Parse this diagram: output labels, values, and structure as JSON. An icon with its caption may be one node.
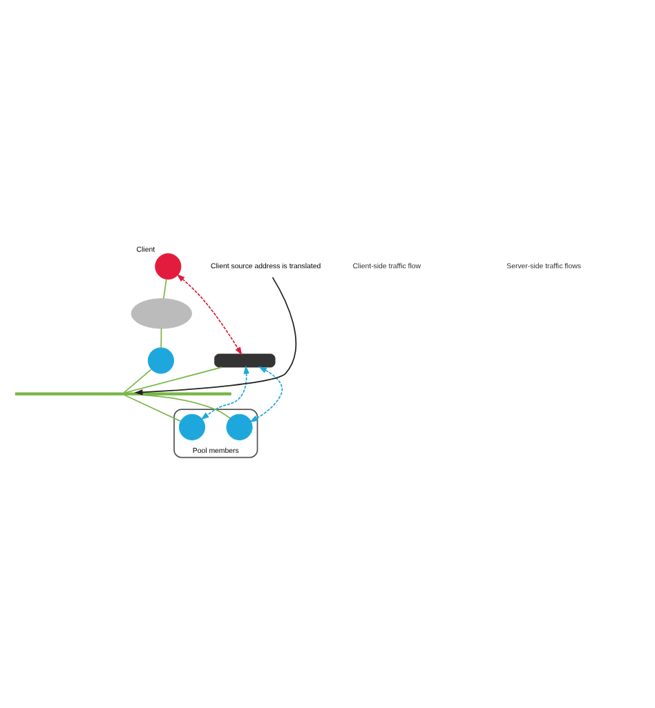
{
  "diagram": {
    "nodes": [
      {
        "text": [
          "Client"
        ]
      },
      {
        "text": [],
        "shape": "cloud"
      },
      {
        "text": [],
        "shape": "circle"
      },
      {
        "text": [],
        "shape": "box"
      },
      {
        "text": [],
        "shape": "bar"
      },
      {
        "text": [
          "Pool members"
        ]
      },
      {
        "text": [],
        "shape": "circle",
        "in": 5
      },
      {
        "text": [],
        "shape": "circle",
        "in": 5
      },
      {
        "text": [
          "Client source address is translated"
        ]
      }
    ],
    "edges": [
      {
        "from": 0,
        "to": 1,
        "arrow": "none"
      },
      {
        "from": 1,
        "to": 2,
        "arrow": "none"
      },
      {
        "from": 2,
        "to": 4,
        "arrow": "none"
      },
      {
        "from": 3,
        "to": 4,
        "arrow": "none"
      },
      {
        "from": 4,
        "to": 6,
        "arrow": "none"
      },
      {
        "from": 4,
        "to": 7,
        "arrow": "none"
      },
      {
        "from": 0,
        "to": 3,
        "arrow": "both",
        "style": "dashed",
        "color": "#d9213f"
      },
      {
        "from": 3,
        "to": 6,
        "arrow": "both",
        "style": "dashed",
        "color": "#1ea7dc"
      },
      {
        "from": 3,
        "to": 7,
        "arrow": "both",
        "style": "dashed",
        "color": "#1ea7dc"
      },
      {
        "from": 8,
        "to": 4,
        "arrow": "to",
        "color": "#222222"
      }
    ],
    "legend": [
      {
        "text": "Client-side traffic flow"
      },
      {
        "text": "Server-side traffic flows"
      }
    ]
  }
}
